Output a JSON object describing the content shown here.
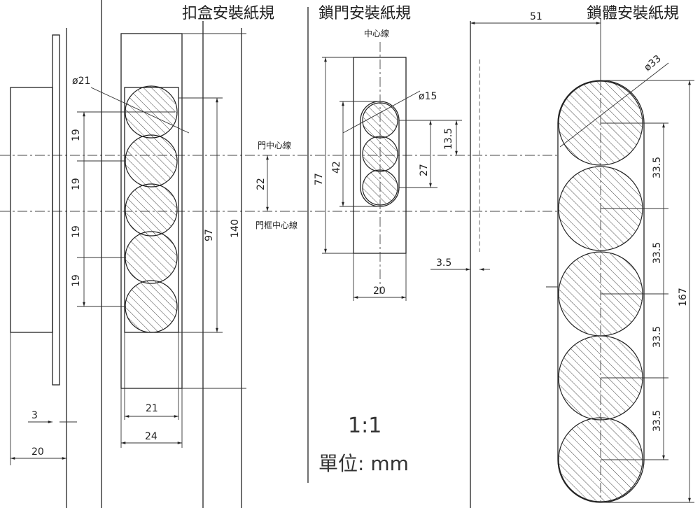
{
  "titles": {
    "strike": "扣盒安裝紙規",
    "door": "鎖門安裝紙規",
    "body": "鎖體安裝紙規"
  },
  "labels": {
    "center_line": "中心線",
    "door_center": "門中心線",
    "frame_center": "門框中心線",
    "scale": "1:1",
    "unit": "單位: mm"
  },
  "strike_dims": {
    "d21": "ø21",
    "s1": "19",
    "s2": "19",
    "s3": "19",
    "s4": "19",
    "d22": "22",
    "d97": "97",
    "d140": "140",
    "d21w": "21",
    "d24": "24",
    "d3": "3",
    "d20": "20"
  },
  "door_dims": {
    "d15": "ø15",
    "d77": "77",
    "d42": "42",
    "d27": "27",
    "d13_5": "13.5",
    "d20": "20",
    "d3_5": "3.5"
  },
  "body_dims": {
    "d51": "51",
    "d33": "ø33",
    "s1": "33.5",
    "s2": "33.5",
    "s3": "33.5",
    "s4": "33.5",
    "d167": "167"
  }
}
